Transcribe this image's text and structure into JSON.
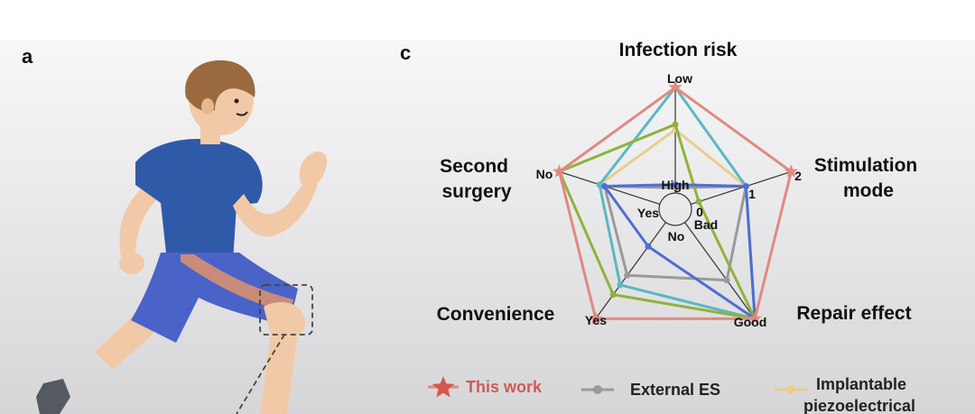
{
  "panels": {
    "a": "a",
    "c": "c"
  },
  "radar": {
    "axes": [
      {
        "name": "Infection risk",
        "outer_label": "Low",
        "inner_label": "High"
      },
      {
        "name": "Stimulation mode",
        "outer_label": "2",
        "mid_label": "1",
        "inner_label": "0"
      },
      {
        "name": "Repair effect",
        "outer_label": "Good",
        "inner_label": "Bad"
      },
      {
        "name": "Convenience",
        "outer_label": "Yes",
        "inner_label": "No"
      },
      {
        "name": "Second surgery",
        "outer_label": "No",
        "inner_label": "Yes"
      }
    ],
    "axis_title_lines": [
      [
        "Infection risk"
      ],
      [
        "Stimulation",
        "mode"
      ],
      [
        "Repair effect"
      ],
      [
        "Convenience"
      ],
      [
        "Second",
        "surgery"
      ]
    ]
  },
  "chart_data": {
    "type": "radar",
    "scale": [
      0,
      1
    ],
    "axes": [
      "Infection risk",
      "Stimulation mode",
      "Repair effect",
      "Convenience",
      "Second surgery"
    ],
    "series": [
      {
        "name": "This work",
        "color": "#e08a80",
        "values": [
          1.0,
          1.0,
          1.0,
          1.0,
          1.0
        ]
      },
      {
        "name": "External ES",
        "color": "#9a9a9a",
        "values": [
          0.05,
          0.55,
          0.6,
          0.55,
          0.55
        ]
      },
      {
        "name": "Implantable piezoelectrical",
        "color": "#e6cf8e",
        "values": [
          0.6,
          0.55,
          1.0,
          0.65,
          0.6
        ]
      },
      {
        "color": "#5ab8c4",
        "values": [
          1.0,
          0.55,
          1.0,
          0.65,
          0.6
        ]
      },
      {
        "color": "#8fb33a",
        "values": [
          0.65,
          0.08,
          1.0,
          0.75,
          1.0
        ]
      },
      {
        "color": "#4f6ed0",
        "values": [
          0.08,
          0.55,
          1.0,
          0.25,
          0.55
        ]
      }
    ]
  },
  "legend": [
    {
      "label_lines": [
        "This work"
      ],
      "color": "#e08a80",
      "text_color": "#cf5a52",
      "marker": "star"
    },
    {
      "label_lines": [
        "External ES"
      ],
      "color": "#9a9a9a",
      "text_color": "#222222",
      "marker": "dot"
    },
    {
      "label_lines": [
        "Implantable",
        "piezoelectrical"
      ],
      "color": "#e6cf8e",
      "text_color": "#222222",
      "marker": "dot"
    }
  ],
  "colors": {
    "shirt": "#2f5aa8",
    "shorts": "#4a63c8",
    "shorts_stripe": "#c98b7a",
    "skin": "#f2c9a6",
    "hair": "#9a6a3e",
    "highlight_box": "#444444"
  }
}
